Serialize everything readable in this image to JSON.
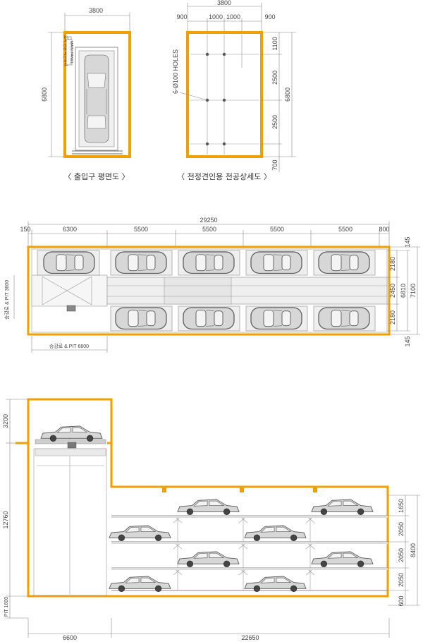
{
  "top_left_plan": {
    "caption": "〈 출입구 평면도 〉",
    "dim_width": "3800",
    "dim_height": "6800",
    "label_button": "조작 전원 버튼위치",
    "label_panel": "MAIN PANEL"
  },
  "top_right_plan": {
    "caption": "〈 천정견인용 천공상세도 〉",
    "dim_total_width": "3800",
    "dim_top": [
      "900",
      "1000",
      "1000",
      "900"
    ],
    "dim_right": [
      "1100",
      "2500",
      "2500",
      "700"
    ],
    "dim_height": "6800",
    "holes_label": "6-Ø100 HOLES"
  },
  "middle_plan": {
    "dim_total": "29250",
    "dim_segments": [
      "150",
      "6300",
      "5500",
      "5500",
      "5500",
      "5500",
      "800"
    ],
    "dim_right_inner": [
      "2180",
      "2450",
      "2180"
    ],
    "dim_right_mid": "6810",
    "dim_right_outer": "7100",
    "dim_top_margin": "145",
    "dim_bottom_margin": "145",
    "label_left": "승강로 & PIT 3600",
    "label_bottom": "승강로 & PIT 6600"
  },
  "section": {
    "dim_left": [
      "3200",
      "12760",
      "PIT 1600"
    ],
    "dim_bottom": [
      "6600",
      "22650"
    ],
    "dim_right": [
      "1650",
      "2050",
      "2050",
      "2050",
      "600"
    ],
    "dim_right_total": "8400"
  }
}
